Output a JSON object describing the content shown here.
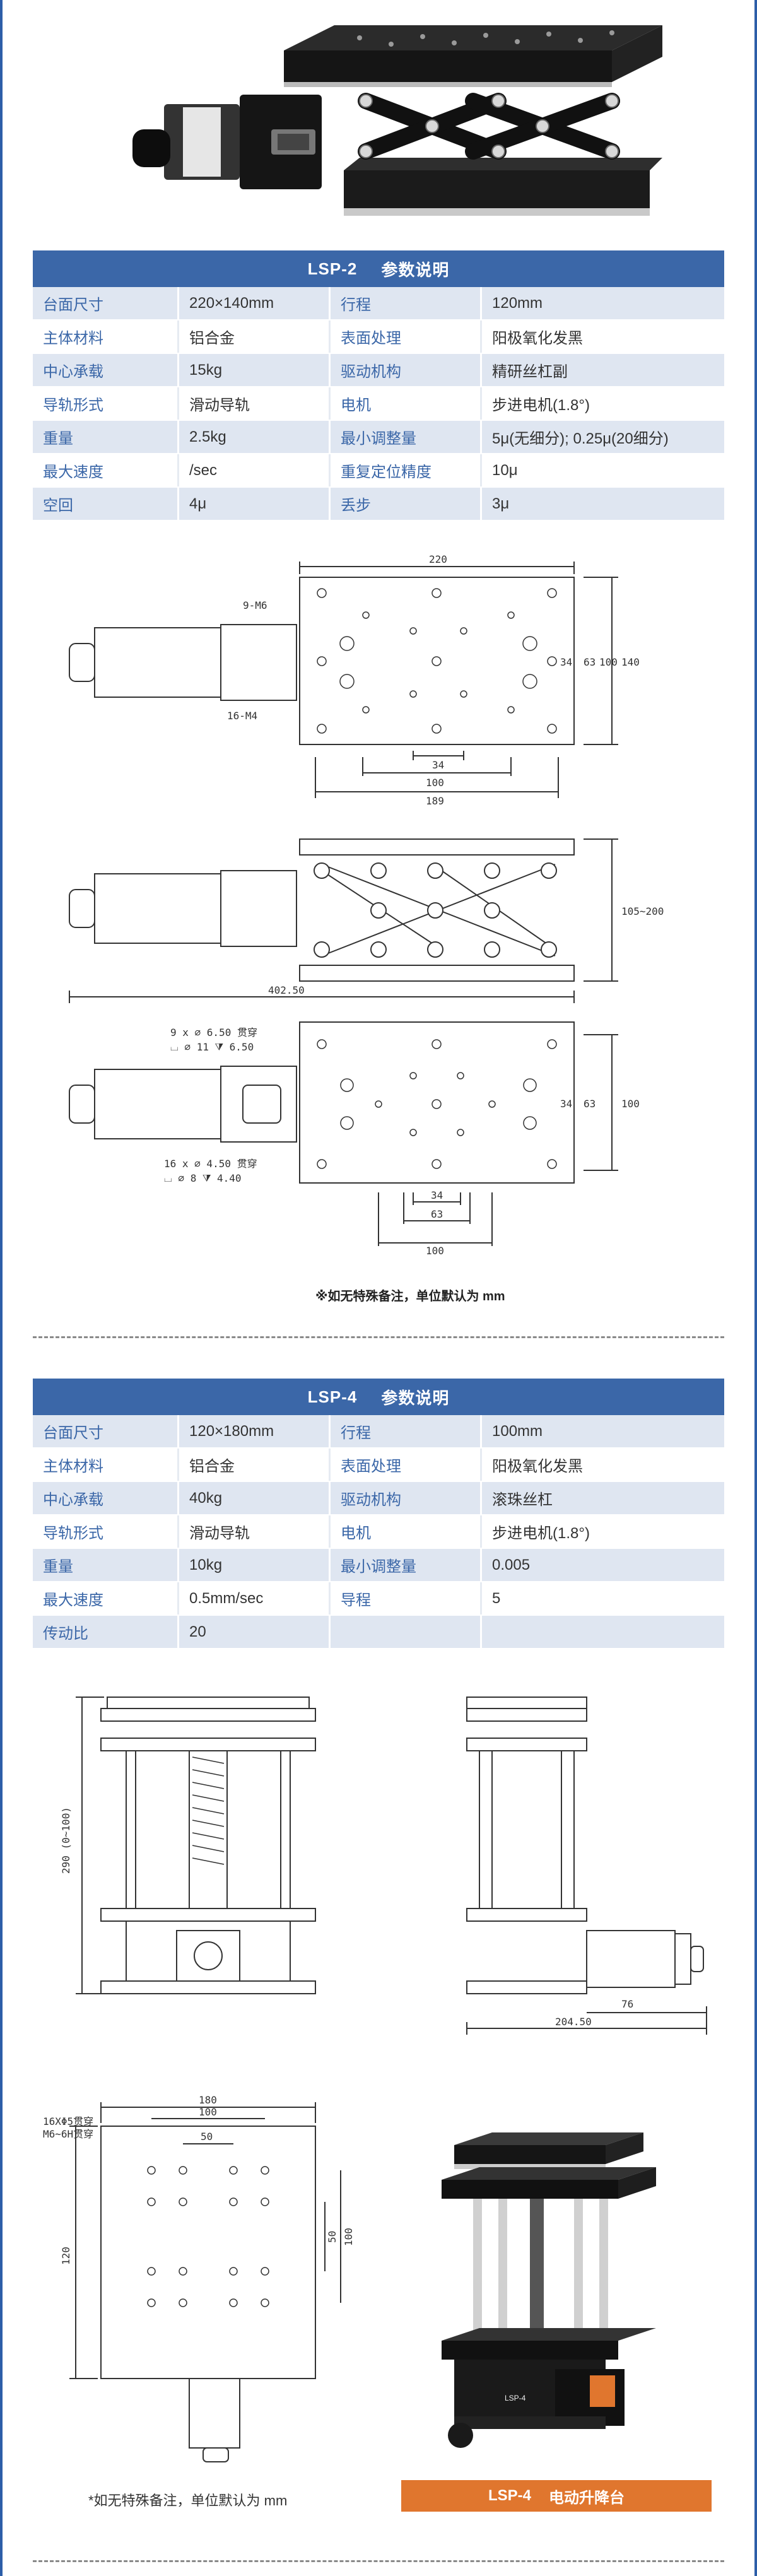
{
  "lsp2": {
    "model": "LSP-2",
    "header_title": "参数说明",
    "rows": [
      [
        "台面尺寸",
        "220×140mm",
        "行程",
        "120mm"
      ],
      [
        "主体材料",
        "铝合金",
        "表面处理",
        "阳极氧化发黑"
      ],
      [
        "中心承载",
        "15kg",
        "驱动机构",
        "精研丝杠副"
      ],
      [
        "导轨形式",
        "滑动导轨",
        "电机",
        "步进电机(1.8°)"
      ],
      [
        "重量",
        "2.5kg",
        "最小调整量",
        "5μ(无细分); 0.25μ(20细分)"
      ],
      [
        "最大速度",
        "/sec",
        "重复定位精度",
        "10μ"
      ],
      [
        "空回",
        "4μ",
        "丢步",
        "3μ"
      ]
    ],
    "dims": {
      "top_220": "220",
      "m6": "9-M6",
      "m4": "16-M4",
      "d34": "34",
      "d63": "63",
      "d100": "100",
      "d140": "140",
      "d189": "189",
      "h105_200": "105~200",
      "len": "402.50",
      "hole_a": "9 x ∅ 6.50 贯穿",
      "hole_a2": "⌴ ∅ 11 ⧩ 6.50",
      "hole_b": "16 x ∅ 4.50 贯穿",
      "hole_b2": "⌴ ∅ 8 ⧩ 4.40"
    },
    "note": "※如无特殊备注，单位默认为 mm"
  },
  "lsp4": {
    "model": "LSP-4",
    "header_title": "参数说明",
    "rows": [
      [
        "台面尺寸",
        "120×180mm",
        "行程",
        "100mm"
      ],
      [
        "主体材料",
        "铝合金",
        "表面处理",
        "阳极氧化发黑"
      ],
      [
        "中心承载",
        "40kg",
        "驱动机构",
        "滚珠丝杠"
      ],
      [
        "导轨形式",
        "滑动导轨",
        "电机",
        "步进电机(1.8°)"
      ],
      [
        "重量",
        "10kg",
        "最小调整量",
        "0.005"
      ],
      [
        "最大速度",
        "0.5mm/sec",
        "导程",
        "5"
      ],
      [
        "传动比",
        "20",
        "",
        ""
      ]
    ],
    "dims": {
      "h290": "290 (0~100)",
      "d76": "76",
      "d204": "204.50",
      "d180": "180",
      "d100": "100",
      "d50": "50",
      "d120": "120",
      "holes1": "16XΦ5贯穿",
      "holes2": "M6~6H贯穿"
    },
    "note": "*如无特殊备注，单位默认为 mm",
    "badge_model": "LSP-4",
    "badge_title": "电动升降台",
    "photo_label": "LSP-4"
  },
  "colors": {
    "accent": "#3b67a8",
    "row_alt": "#dfe6f1",
    "badge": "#e0762e"
  }
}
